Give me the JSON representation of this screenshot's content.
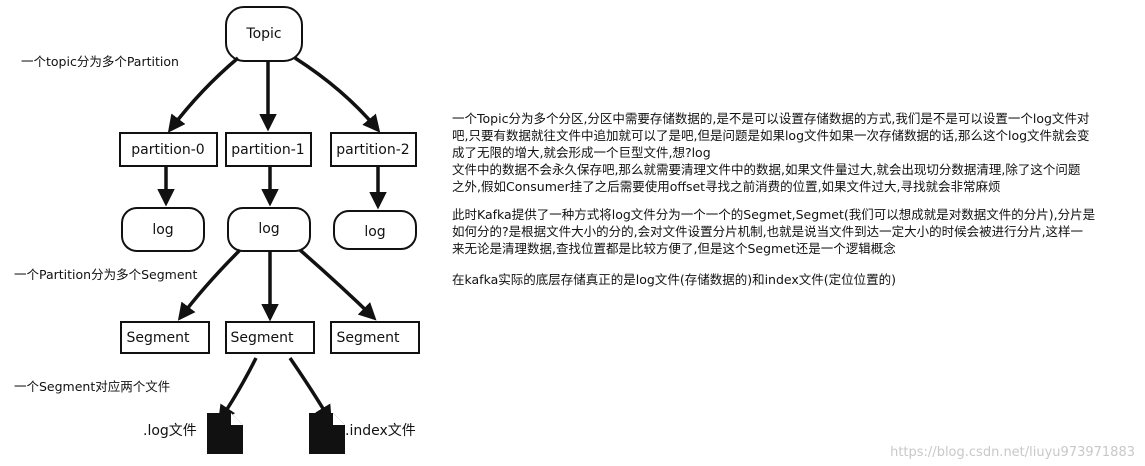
{
  "nodes": {
    "topic": "Topic",
    "partition0": "partition-0",
    "partition1": "partition-1",
    "partition2": "partition-2",
    "log0": "log",
    "log1": "log",
    "log2": "log",
    "segment0": "Segment",
    "segment1": "Segment",
    "segment2": "Segment"
  },
  "notes": {
    "topic_partition": "一个topic分为多个Partition",
    "partition_segment": "一个Partition分为多个Segment",
    "segment_files": "一个Segment对应两个文件"
  },
  "files": {
    "log_file": ".log文件",
    "index_file": ".index文件"
  },
  "paragraphs": {
    "p1_line1": " 一个Topic分为多个分区,分区中需要存储数据的,是不是可以设置存储数据的方式,我们是不是可以设置一个log文件对",
    "p1_line2": "吧,只要有数据就往文件中追加就可以了是吧,但是问题是如果log文件如果一次存储数据的话,那么这个log文件就会变",
    "p1_line3": "成了无限的增大,就会形成一个巨型文件,想?log",
    "p1_line4": "文件中的数据不会永久保存吧,那么就需要清理文件中的数据,如果文件量过大,就会出现切分数据清理,除了这个问题",
    "p1_line5": "之外,假如Consumer挂了之后需要使用offset寻找之前消费的位置,如果文件过大,寻找就会非常麻烦",
    "p2_line1": "此时Kafka提供了一种方式将log文件分为一个一个的Segmet,Segmet(我们可以想成就是对数据文件的分片),分片是",
    "p2_line2": "如何分的?是根据文件大小的分的,会对文件设置分片机制,也就是说当文件到达一定大小的时候会被进行分片,这样一",
    "p2_line3": "来无论是清理数据,查找位置都是比较方便了,但是这个Segmet还是一个逻辑概念",
    "p3_line1": "在kafka实际的底层存储真正的是log文件(存储数据的)和index文件(定位位置的)"
  },
  "watermark": "https://blog.csdn.net/liuyu973971883"
}
